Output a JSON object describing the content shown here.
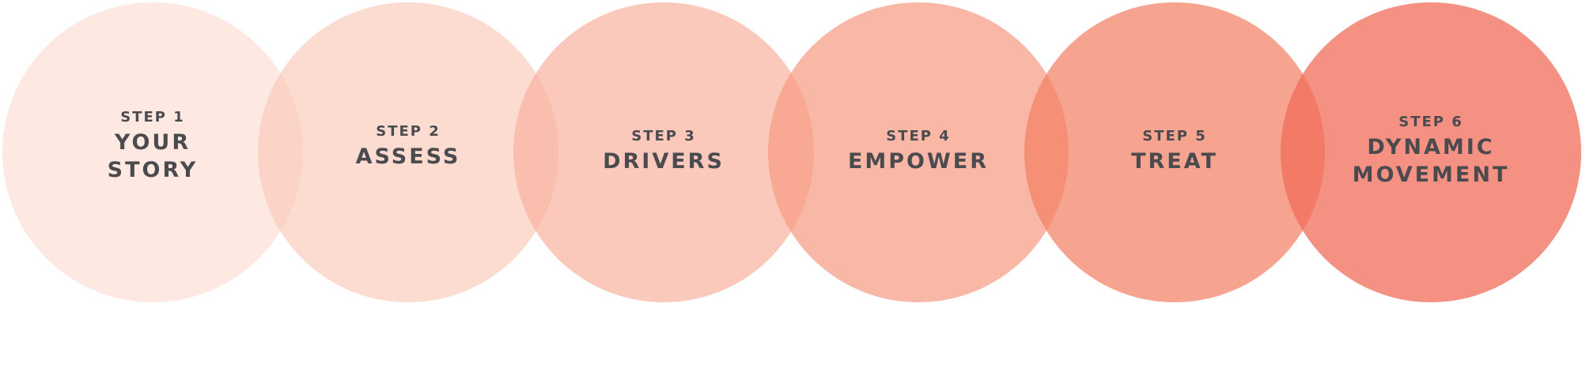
{
  "steps": [
    {
      "step": "STEP 1",
      "title": "YOUR\nSTORY",
      "color": "#fde2d8"
    },
    {
      "step": "STEP 2",
      "title": "ASSESS",
      "color": "#fac8b9"
    },
    {
      "step": "STEP 3",
      "title": "DRIVERS",
      "color": "#f8b29e"
    },
    {
      "step": "STEP 4",
      "title": "EMPOWER",
      "color": "#f69b84"
    },
    {
      "step": "STEP 5",
      "title": "TREAT",
      "color": "#f38064"
    },
    {
      "step": "STEP 6",
      "title": "DYNAMIC\nMOVEMENT",
      "color": "#f06c58"
    }
  ],
  "text_color": "#4a4a4f"
}
